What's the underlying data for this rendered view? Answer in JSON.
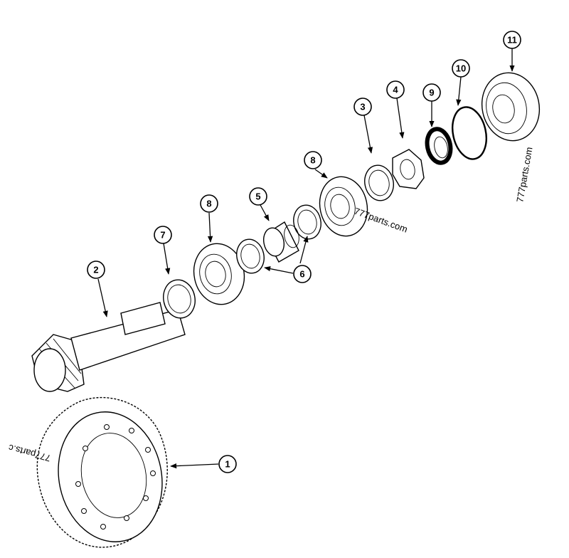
{
  "callouts": [
    {
      "id": "1",
      "label": "1"
    },
    {
      "id": "2",
      "label": "2"
    },
    {
      "id": "3",
      "label": "3"
    },
    {
      "id": "4",
      "label": "4"
    },
    {
      "id": "5",
      "label": "5"
    },
    {
      "id": "6",
      "label": "6"
    },
    {
      "id": "7",
      "label": "7"
    },
    {
      "id": "8a",
      "label": "8"
    },
    {
      "id": "8b",
      "label": "8"
    },
    {
      "id": "9",
      "label": "9"
    },
    {
      "id": "10",
      "label": "10"
    },
    {
      "id": "11",
      "label": "11"
    }
  ],
  "watermarks": [
    "777parts.com",
    "777parts.com",
    "777parts.c"
  ]
}
